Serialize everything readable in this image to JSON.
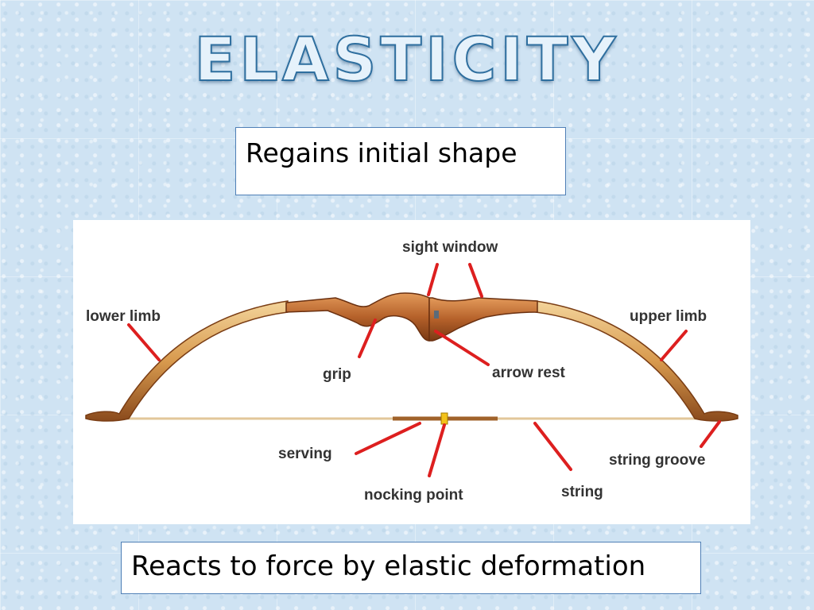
{
  "title": "ELASTICITY",
  "top_text": "Regains initial shape",
  "bottom_text": "Reacts to force by elastic deformation",
  "diagram": {
    "labels": {
      "sight_window": "sight window",
      "lower_limb": "lower limb",
      "upper_limb": "upper limb",
      "grip": "grip",
      "arrow_rest": "arrow rest",
      "serving": "serving",
      "string_groove": "string groove",
      "nocking_point": "nocking point",
      "string": "string"
    }
  },
  "colors": {
    "pointer": "#dd1f1f",
    "bow_wood": "#b5612a",
    "bow_limb": "#d89a4e",
    "title_fill": "#e6f2fb",
    "title_outline": "#2f6f9f",
    "box_border": "#4f7fb6"
  }
}
